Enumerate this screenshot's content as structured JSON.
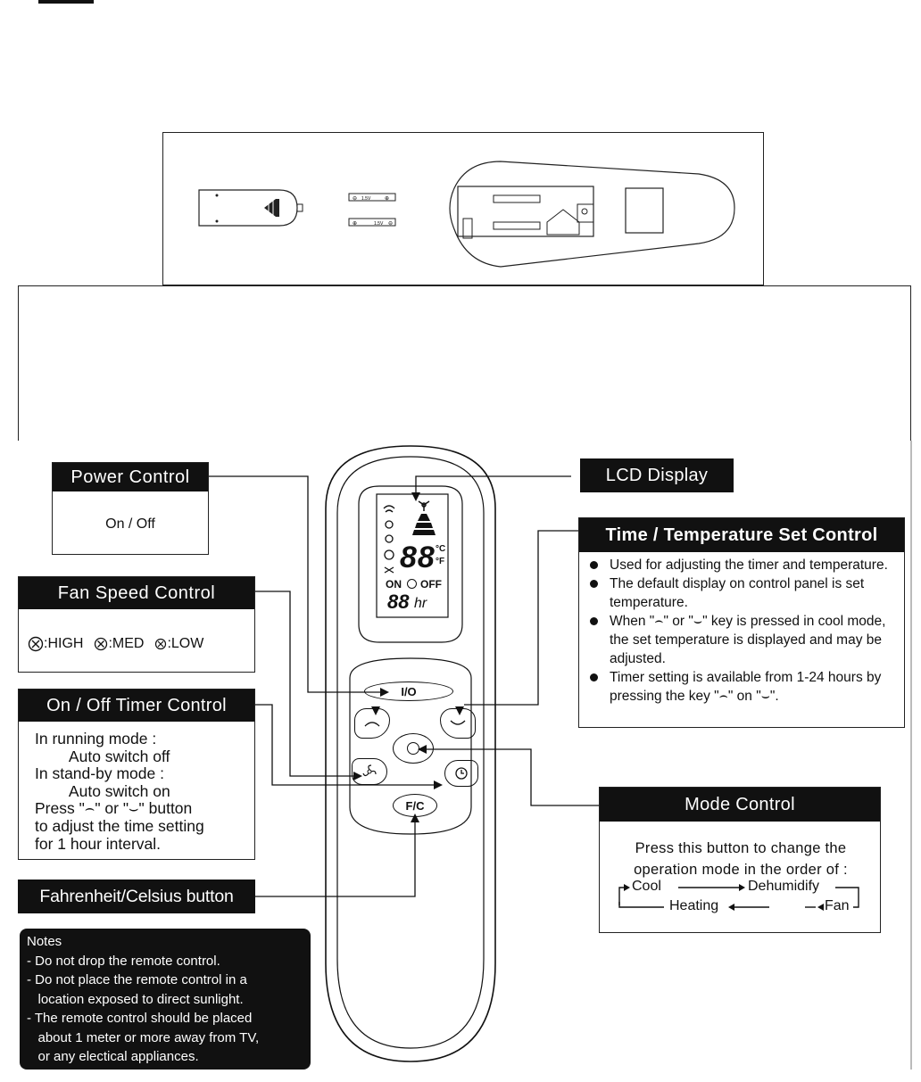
{
  "power": {
    "title": "Power Control",
    "body": "On / Off"
  },
  "fan_speed": {
    "title": "Fan Speed Control",
    "options": [
      {
        "icon": "fan-high-icon",
        "label": ":HIGH"
      },
      {
        "icon": "fan-med-icon",
        "label": ":MED"
      },
      {
        "icon": "fan-low-icon",
        "label": ":LOW"
      }
    ]
  },
  "timer": {
    "title": "On / Off Timer Control",
    "lines": [
      "In running mode :",
      "        Auto switch off",
      "In stand-by mode :",
      "        Auto switch on",
      "Press \"⌢\" or \"⌣\" button",
      "to adjust the time setting",
      "for 1 hour interval."
    ]
  },
  "fahrenheit": {
    "title": "Fahrenheit/Celsius button"
  },
  "notes": {
    "title": "Notes",
    "lines": [
      "- Do not drop the remote control.",
      "- Do not place the remote control in a",
      "   location exposed to direct sunlight.",
      "- The remote control should be placed",
      "   about 1 meter or more away from TV,",
      "   or any electical appliances."
    ]
  },
  "lcd": {
    "title": "LCD Display",
    "digits": "88",
    "on": "ON",
    "off": "OFF",
    "hours": "88",
    "hr": "hr",
    "c": "°C",
    "f": "°F"
  },
  "time_temp": {
    "title": "Time / Temperature Set Control",
    "bullets": [
      "Used for adjusting the timer and temperature.",
      "The default display on control panel is set temperature.",
      "When \"⌢\" or \"⌣\" key is pressed in cool mode, the set temperature is displayed and may be adjusted.",
      "Timer setting is available from 1-24 hours by pressing the key \"⌢\" on \"⌣\"."
    ]
  },
  "mode": {
    "title": "Mode Control",
    "body": "Press this button to change the operation mode in the order of :",
    "cycle": [
      "Cool",
      "Dehumidify",
      "Fan",
      "Heating"
    ]
  },
  "remote_buttons": {
    "power": "I/O",
    "fc": "F/C"
  },
  "battery": {
    "label1": "1.5V",
    "label2": "1.5V"
  }
}
